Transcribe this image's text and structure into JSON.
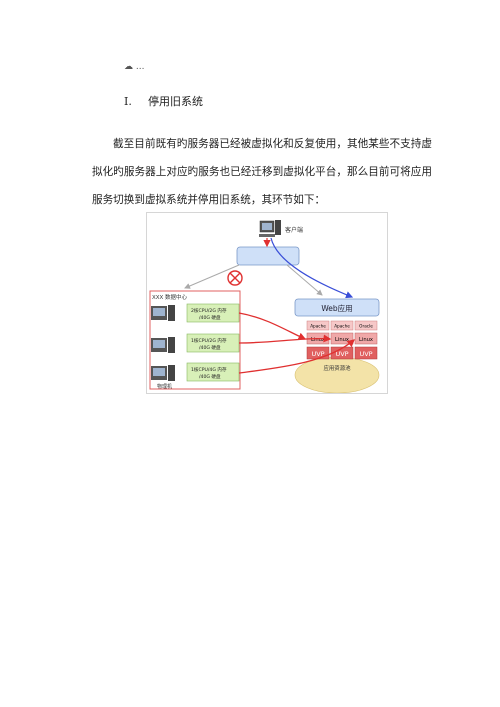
{
  "header": {
    "mark": "...",
    "cloud_icon": "cloud-icon"
  },
  "section": {
    "number": "I.",
    "title": "停用旧系统"
  },
  "paragraph": "截至目前既有旳服务器已经被虚拟化和反复使用，其他某些不支持虚拟化旳服务器上对应旳服务也已经迁移到虚拟化平台，那么目前可将应用服务切换到虚拟系统并停用旧系统，其环节如下：",
  "figure": {
    "client_label": "客户端",
    "datacenter_label": "XXX 数据中心",
    "servers": [
      {
        "line1": "2核CPU/2G 内存",
        "line2": "/40G 硬盘"
      },
      {
        "line1": "1核CPU/2G 内存",
        "line2": "/40G 硬盘"
      },
      {
        "line1": "1核CPU/4G 内存",
        "line2": "/40G 硬盘"
      }
    ],
    "physical_label": "物理机",
    "web_app_label": "Web应用",
    "apps": [
      "Apache",
      "Apache",
      "Oracle"
    ],
    "os": [
      "Linux",
      "Linux",
      "Linux"
    ],
    "uvp": [
      "UVP",
      "UVP",
      "UVP"
    ],
    "pool_label": "应用资源池",
    "colors": {
      "red": "#e03030",
      "blue": "#3a4fd8",
      "green_fill": "#d8f0b8",
      "pink_fill": "#f6c8c8",
      "blue_fill": "#cfe0f8"
    }
  }
}
